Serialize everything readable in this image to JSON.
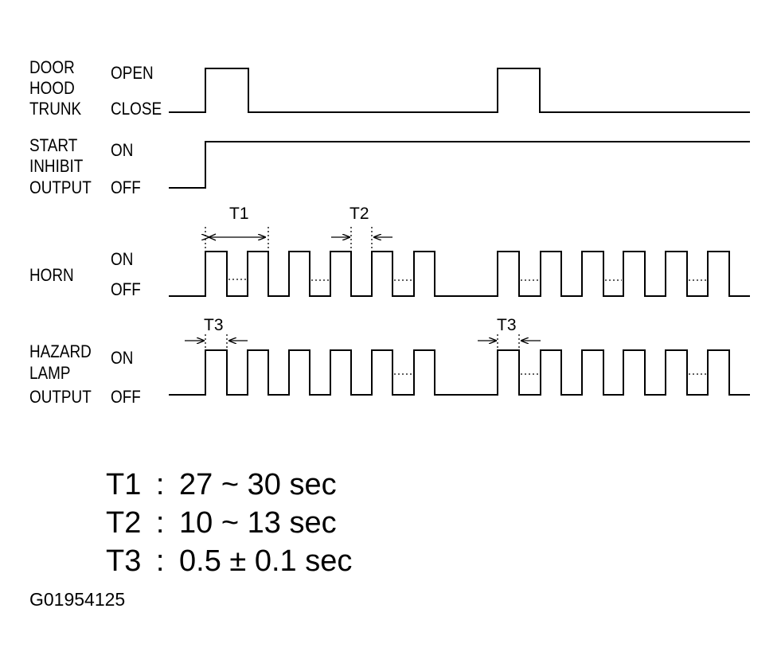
{
  "signals": {
    "door": {
      "label_lines": [
        "DOOR",
        "HOOD",
        "TRUNK"
      ],
      "high_label": "OPEN",
      "low_label": "CLOSE"
    },
    "start_inhibit": {
      "label_lines": [
        "START",
        "INHIBIT",
        "OUTPUT"
      ],
      "high_label": "ON",
      "low_label": "OFF"
    },
    "horn": {
      "label_lines": [
        "HORN"
      ],
      "high_label": "ON",
      "low_label": "OFF"
    },
    "hazard": {
      "label_lines": [
        "HAZARD",
        "LAMP",
        "OUTPUT"
      ],
      "high_label": "ON",
      "low_label": "OFF"
    }
  },
  "timing_labels": {
    "t1": "T1",
    "t2": "T2",
    "t3_first": "T3",
    "t3_second": "T3"
  },
  "legend": [
    {
      "name": "T1",
      "sep": ":",
      "value": "27 ~ 30 sec"
    },
    {
      "name": "T2",
      "sep": ":",
      "value": "10 ~ 13 sec"
    },
    {
      "name": "T3",
      "sep": ":",
      "value": "0.5 ± 0.1 sec"
    }
  ],
  "figure_code": "G01954125",
  "colors": {
    "ink": "#000000",
    "background": "#ffffff"
  }
}
